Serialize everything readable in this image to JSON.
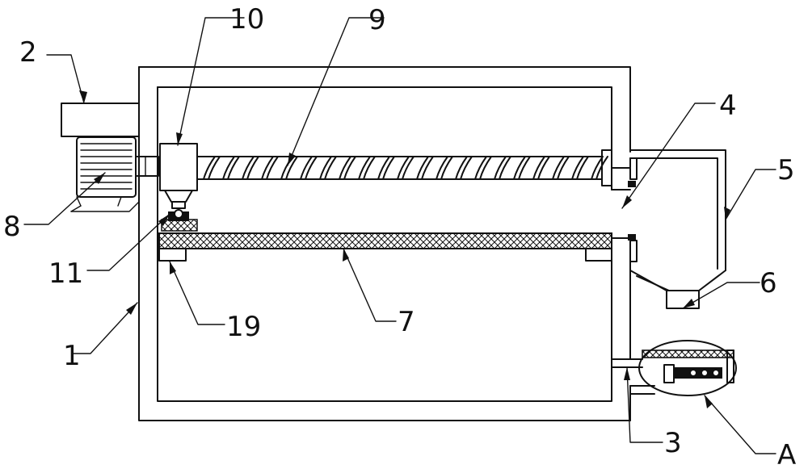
{
  "labels": {
    "l1": "1",
    "l2": "2",
    "l3": "3",
    "l4": "4",
    "l5": "5",
    "l6": "6",
    "l7": "7",
    "l8": "8",
    "l9": "9",
    "l10": "10",
    "l11": "11",
    "l19": "19",
    "lA": "A"
  },
  "colors": {
    "line": "#111111",
    "background": "#ffffff"
  }
}
